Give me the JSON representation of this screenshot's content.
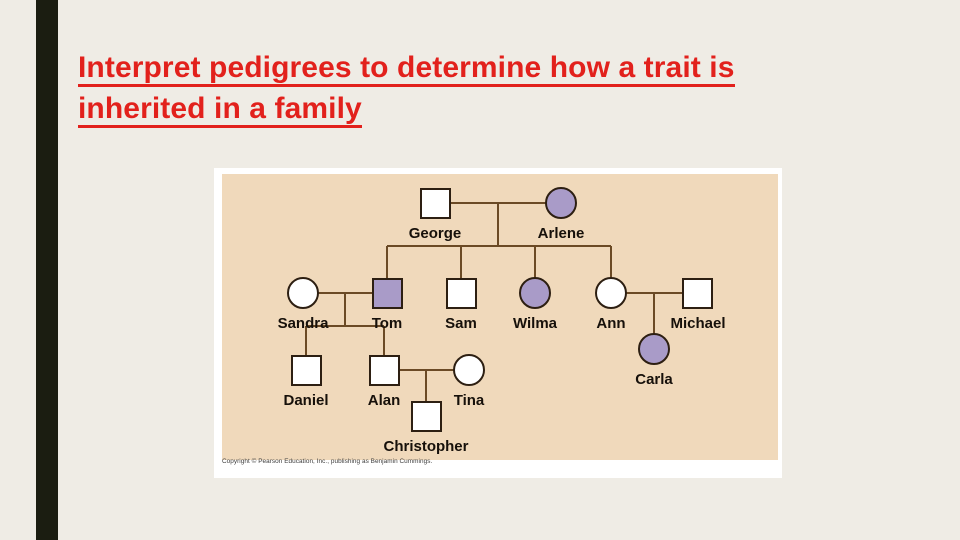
{
  "slide": {
    "background_color": "#efece5",
    "accent_stripe_color": "#1b1d11",
    "title_color": "#e2211c",
    "title_line_1": "Interpret pedigrees to determine how a trait is",
    "title_line_2": "inherited in a family"
  },
  "figure": {
    "panel_background": "#ffffff",
    "canvas_background": "#f0d9bb",
    "line_color": "#6b4a25",
    "affected_fill": "#a99bc8",
    "unaffected_fill": "#ffffff",
    "symbol_stroke": "#2d1f12",
    "credit": "Copyright © Pearson Education, Inc., publishing as Benjamin Cummings."
  },
  "pedigree": {
    "individuals": [
      {
        "id": "george",
        "name": "George",
        "sex": "male",
        "shape": "square",
        "affected": false,
        "generation": 1
      },
      {
        "id": "arlene",
        "name": "Arlene",
        "sex": "female",
        "shape": "circle",
        "affected": true,
        "generation": 1
      },
      {
        "id": "sandra",
        "name": "Sandra",
        "sex": "female",
        "shape": "circle",
        "affected": false,
        "generation": 2
      },
      {
        "id": "tom",
        "name": "Tom",
        "sex": "male",
        "shape": "square",
        "affected": true,
        "generation": 2
      },
      {
        "id": "sam",
        "name": "Sam",
        "sex": "male",
        "shape": "square",
        "affected": false,
        "generation": 2
      },
      {
        "id": "wilma",
        "name": "Wilma",
        "sex": "female",
        "shape": "circle",
        "affected": true,
        "generation": 2
      },
      {
        "id": "ann",
        "name": "Ann",
        "sex": "female",
        "shape": "circle",
        "affected": false,
        "generation": 2
      },
      {
        "id": "michael",
        "name": "Michael",
        "sex": "male",
        "shape": "square",
        "affected": false,
        "generation": 2
      },
      {
        "id": "daniel",
        "name": "Daniel",
        "sex": "male",
        "shape": "square",
        "affected": false,
        "generation": 3
      },
      {
        "id": "alan",
        "name": "Alan",
        "sex": "male",
        "shape": "square",
        "affected": false,
        "generation": 3
      },
      {
        "id": "tina",
        "name": "Tina",
        "sex": "female",
        "shape": "circle",
        "affected": false,
        "generation": 3
      },
      {
        "id": "carla",
        "name": "Carla",
        "sex": "female",
        "shape": "circle",
        "affected": true,
        "generation": 3
      },
      {
        "id": "christopher",
        "name": "Christopher",
        "sex": "male",
        "shape": "square",
        "affected": false,
        "generation": 4
      }
    ],
    "matings": [
      {
        "partners": [
          "george",
          "arlene"
        ],
        "children": [
          "tom",
          "sam",
          "wilma",
          "ann"
        ]
      },
      {
        "partners": [
          "sandra",
          "tom"
        ],
        "children": [
          "daniel",
          "alan"
        ]
      },
      {
        "partners": [
          "ann",
          "michael"
        ],
        "children": [
          "carla"
        ]
      },
      {
        "partners": [
          "alan",
          "tina"
        ],
        "children": [
          "christopher"
        ]
      }
    ]
  }
}
